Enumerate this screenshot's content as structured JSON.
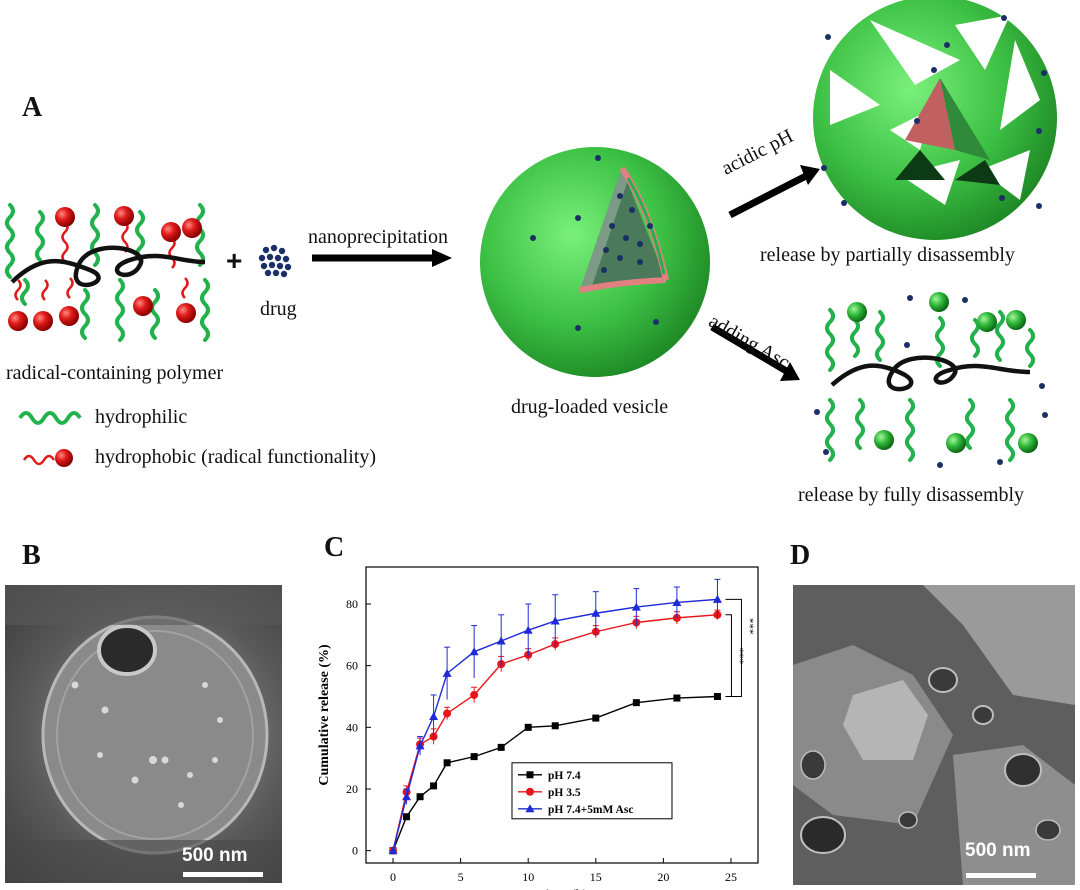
{
  "panel_a": {
    "letter": "A",
    "polymer_label": "radical-containing polymer",
    "drug_label": "drug",
    "arrow_label": "nanoprecipitation",
    "vesicle_label": "drug-loaded vesicle",
    "legend_hydrophilic": "hydrophilic",
    "legend_hydrophobic": "hydrophobic (radical functionality)",
    "branch_acid_label": "acidic pH",
    "branch_asc_label": "adding Asc",
    "release_partial": "release by partially disassembly",
    "release_full": "release by fully disassembly",
    "colors": {
      "hydrophilic": "#22b14c",
      "hydrophobic": "#e01b1b",
      "vesicle": "#3fc94a",
      "drug": "#1a2f66"
    }
  },
  "panel_b": {
    "letter": "B",
    "scale_bar": "500 nm"
  },
  "panel_d": {
    "letter": "D",
    "scale_bar": "500 nm"
  },
  "panel_c": {
    "letter": "C"
  },
  "chart_data": {
    "type": "line",
    "xlabel": "Time (h)",
    "ylabel": "Cumulative release (%)",
    "xlim": [
      -2,
      27
    ],
    "ylim": [
      -4,
      92
    ],
    "xticks": [
      0,
      5,
      10,
      15,
      20,
      25
    ],
    "yticks": [
      0,
      20,
      40,
      60,
      80
    ],
    "significance": [
      "***",
      "***"
    ],
    "series": [
      {
        "name": "pH 7.4",
        "color": "#000000",
        "marker": "square",
        "x": [
          0,
          1,
          2,
          3,
          4,
          6,
          8,
          10,
          12,
          15,
          18,
          21,
          24
        ],
        "y": [
          0,
          11,
          17.5,
          21,
          28.5,
          30.5,
          33.5,
          40,
          40.5,
          43,
          48,
          49.5,
          50
        ],
        "err": [
          0,
          0.5,
          0.5,
          0.5,
          0.5,
          0.5,
          0.5,
          0.5,
          0.5,
          0.5,
          0.5,
          0.5,
          0.5
        ]
      },
      {
        "name": "pH 3.5",
        "color": "#e8151b",
        "marker": "circle",
        "x": [
          0,
          1,
          2,
          3,
          4,
          6,
          8,
          10,
          12,
          15,
          18,
          21,
          24
        ],
        "y": [
          0,
          19,
          34.5,
          37,
          44.5,
          50.5,
          60.5,
          63.5,
          67,
          71,
          74,
          75.5,
          76.5
        ],
        "err": [
          0,
          2,
          2,
          2.5,
          2,
          2.5,
          2.5,
          2,
          2,
          2,
          2,
          2,
          1.5
        ]
      },
      {
        "name": "pH 7.4+5mM Asc",
        "color": "#1f2bd6",
        "marker": "triangle",
        "x": [
          0,
          1,
          2,
          3,
          4,
          6,
          8,
          10,
          12,
          15,
          18,
          21,
          24
        ],
        "y": [
          0,
          17.5,
          34,
          43.5,
          57.5,
          64.5,
          68,
          71.5,
          74.5,
          77,
          79,
          80.5,
          81.5
        ],
        "err": [
          0,
          2.5,
          3,
          7,
          8.5,
          8.5,
          8.5,
          8.5,
          8.5,
          7,
          6,
          5,
          6.5
        ]
      }
    ]
  }
}
